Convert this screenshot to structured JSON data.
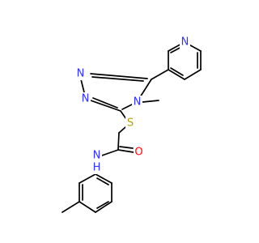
{
  "molecule": {
    "colors": {
      "bond": "#000000",
      "N": "#3333ff",
      "O": "#ff0d0d",
      "S": "#b2a100",
      "background": "#ffffff"
    },
    "atoms": [
      {
        "id": "py_N",
        "label": "N",
        "element": "N"
      },
      {
        "id": "tz_N1",
        "label": "N",
        "element": "N"
      },
      {
        "id": "tz_N2",
        "label": "N",
        "element": "N"
      },
      {
        "id": "tz_N4",
        "label": "N",
        "element": "N"
      },
      {
        "id": "S",
        "label": "S",
        "element": "S"
      },
      {
        "id": "O",
        "label": "O",
        "element": "O"
      },
      {
        "id": "amide_N",
        "label": "N",
        "element": "N"
      },
      {
        "id": "amide_H",
        "label": "H",
        "element": "N"
      }
    ]
  }
}
